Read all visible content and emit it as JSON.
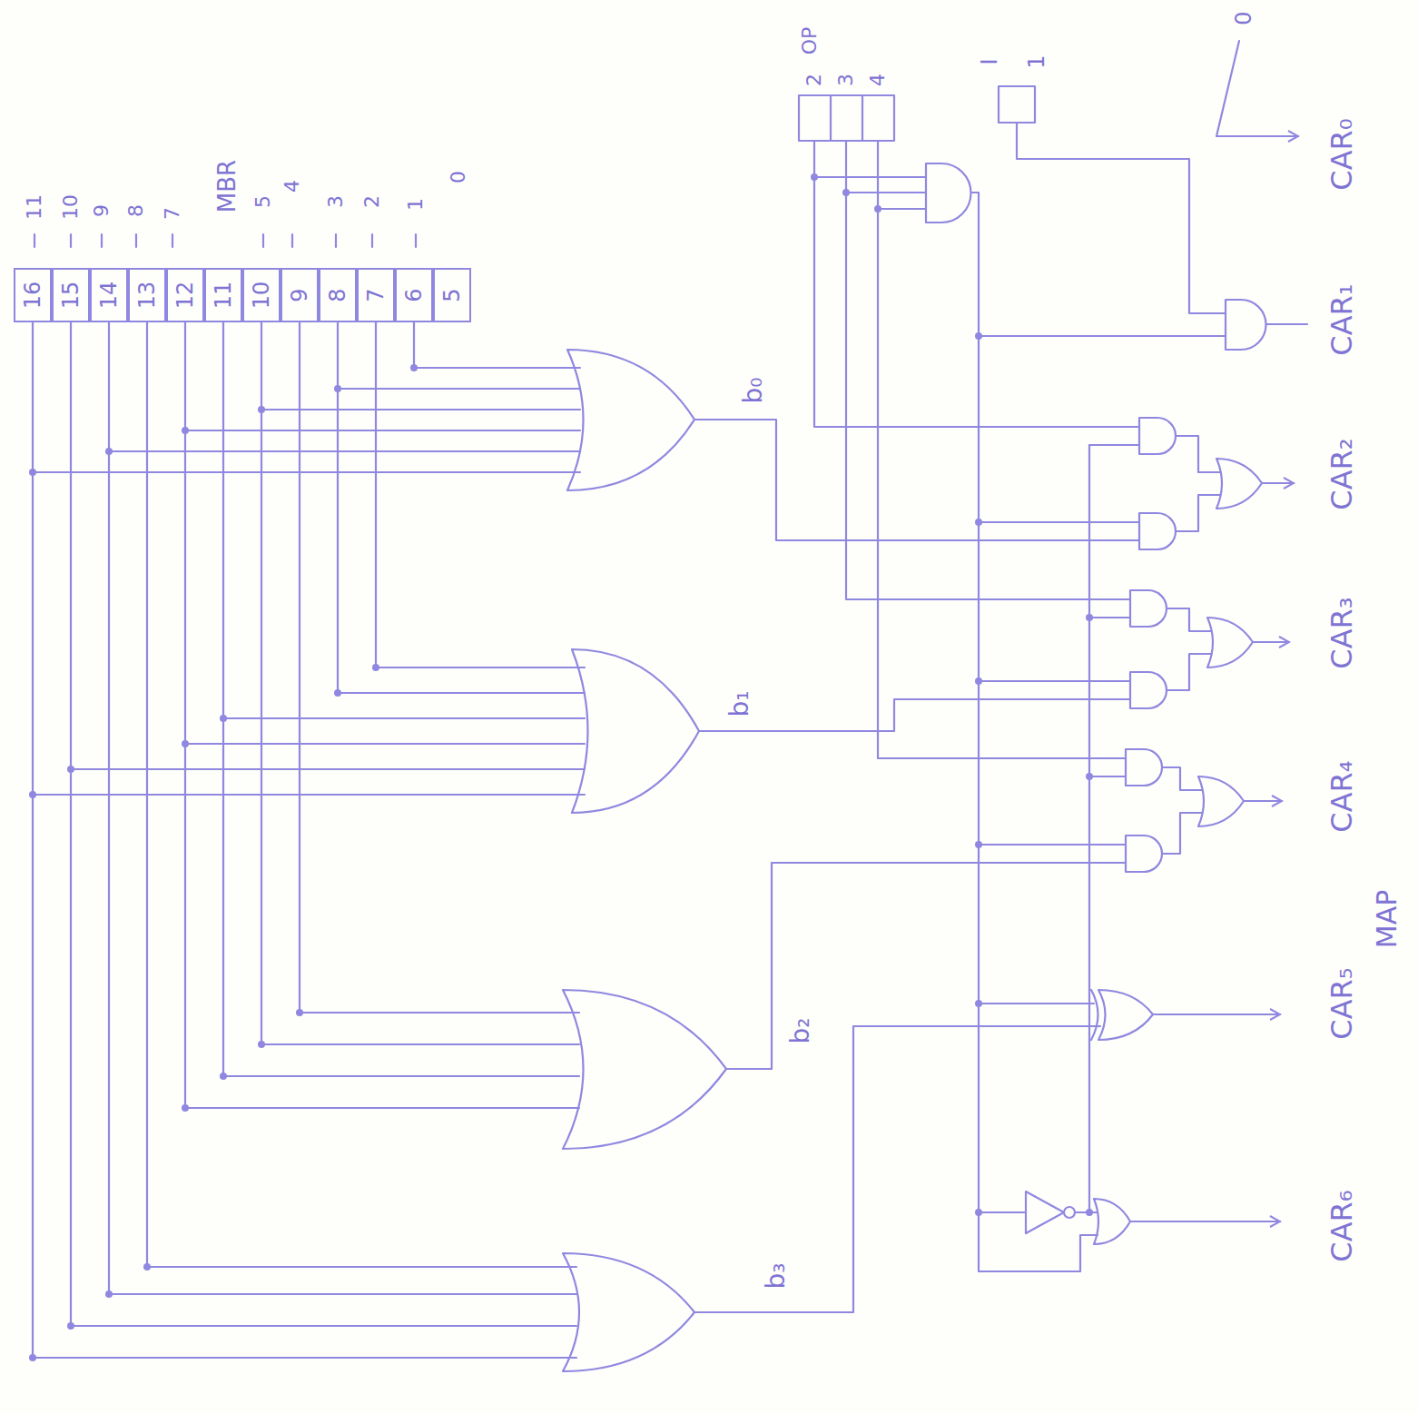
{
  "diagram": {
    "nodes": [
      {
        "text": [
          "16"
        ]
      },
      {
        "text": [
          "15"
        ]
      },
      {
        "text": [
          "14"
        ]
      },
      {
        "text": [
          "13"
        ]
      },
      {
        "text": [
          "12"
        ]
      },
      {
        "text": [
          "11"
        ]
      },
      {
        "text": [
          "10"
        ]
      },
      {
        "text": [
          "9"
        ]
      },
      {
        "text": [
          "8"
        ]
      },
      {
        "text": [
          "7"
        ]
      },
      {
        "text": [
          "6"
        ]
      },
      {
        "text": [
          "5"
        ]
      }
    ],
    "labels": [
      "11",
      "10",
      "9",
      "8",
      "7",
      "MBR",
      "5",
      "4",
      "3",
      "2",
      "1",
      "0",
      "OP",
      "2",
      "3",
      "4",
      "I",
      "1",
      "0",
      "b₀",
      "b₁",
      "b₂",
      "b₃",
      "CAR₀",
      "CAR₁",
      "CAR₂",
      "CAR₃",
      "CAR₄",
      "CAR₅",
      "CAR₆",
      "MAP"
    ]
  }
}
